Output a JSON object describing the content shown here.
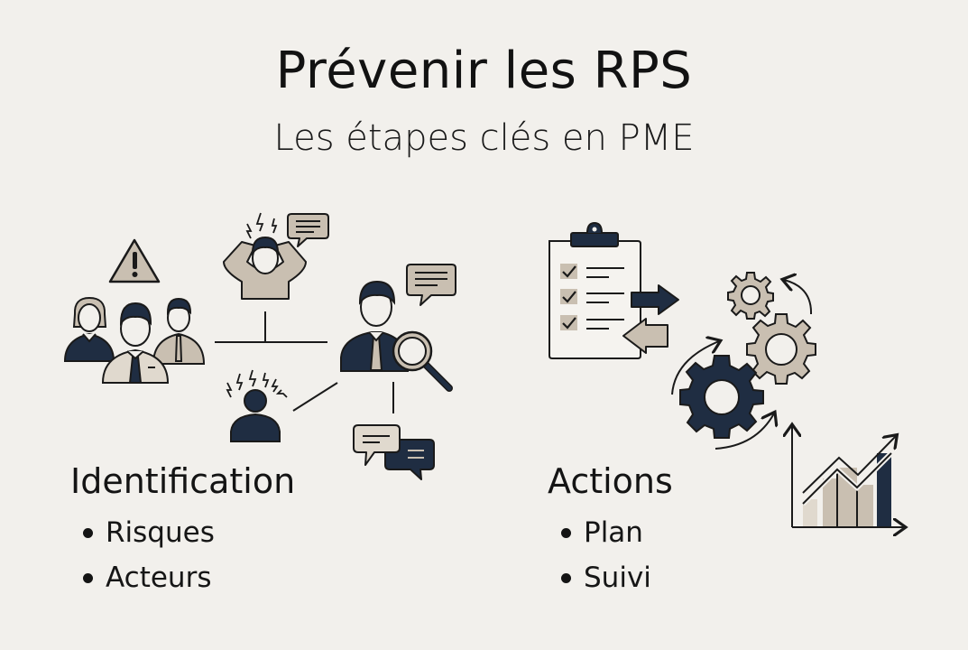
{
  "header": {
    "title": "Prévenir les RPS",
    "subtitle": "Les étapes clés en PME"
  },
  "sections": [
    {
      "title": "Identification",
      "items": [
        "Risques",
        "Acteurs"
      ],
      "icons": [
        "warning-triangle-icon",
        "team-group-icon",
        "stressed-person-icon",
        "speech-bubble-icon",
        "manager-magnifier-icon",
        "overwhelmed-person-icon",
        "dialogue-bubbles-icon"
      ]
    },
    {
      "title": "Actions",
      "items": [
        "Plan",
        "Suivi"
      ],
      "icons": [
        "checklist-clipboard-icon",
        "exchange-arrows-icon",
        "gears-cycle-icon",
        "growth-chart-icon"
      ]
    }
  ],
  "colors": {
    "background": "#f2f0ec",
    "navy": "#1f2d42",
    "beige": "#c9bfb1",
    "light_beige": "#e0d9ce",
    "stroke": "#1a1a1a"
  }
}
